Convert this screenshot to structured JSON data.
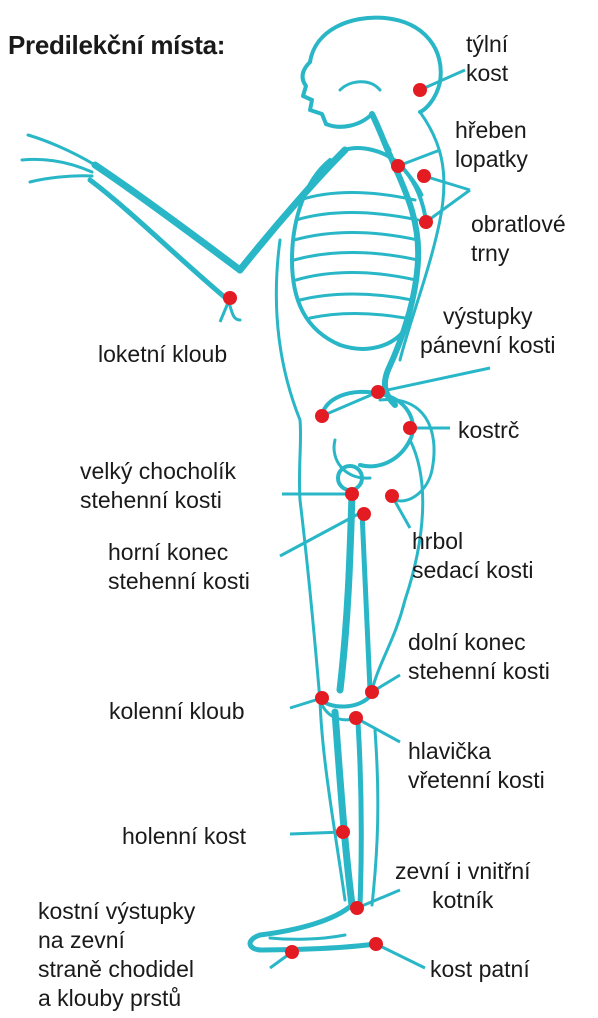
{
  "title": "Predilekční místa:",
  "colors": {
    "skeleton": "#29b7c7",
    "marker": "#e31c23",
    "text": "#1a1a1a"
  },
  "labels": {
    "tylni_kost": [
      "týlní",
      "kost"
    ],
    "hreben_lopatky": [
      "hřeben",
      "lopatky"
    ],
    "obratlove_trny": [
      "obratlové",
      "trny"
    ],
    "loketni_kloub": [
      "loketní kloub"
    ],
    "vystupky_panevni": [
      "výstupky",
      "pánevní kosti"
    ],
    "kostrc": [
      "kostrč"
    ],
    "velky_chocholik": [
      "velký chocholík",
      "stehenní kosti"
    ],
    "horni_konec": [
      "horní konec",
      "stehenní kosti"
    ],
    "hrbol_sedaci": [
      "hrbol",
      "sedací kosti"
    ],
    "dolni_konec": [
      "dolní konec",
      "stehenní kosti"
    ],
    "kolenni_kloub": [
      "kolenní kloub"
    ],
    "hlavicka_vretenni": [
      "hlavička",
      "vřetenní kosti"
    ],
    "holenni_kost": [
      "holenní kost"
    ],
    "kotnik": [
      "zevní i vnitřní",
      "kotník"
    ],
    "vystupky_chodidel": [
      "kostní výstupky",
      "na zevní",
      "straně chodidel",
      "a klouby prstů"
    ],
    "kost_patni": [
      "kost patní"
    ]
  }
}
